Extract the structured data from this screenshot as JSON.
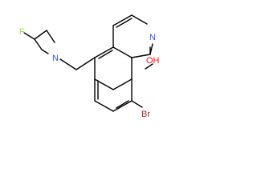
{
  "molecule": {
    "atoms": {
      "fluorine": "F",
      "azetidine_nitrogen": "N",
      "ring_nitrogen": "N",
      "hydroxyl": "OH",
      "bromine": "Br"
    },
    "colors": {
      "fluorine": "#90e050",
      "nitrogen": "#3050f8",
      "oxygen": "#ff0d0d",
      "bromine": "#a62929",
      "bond": "#000000",
      "background": "#ffffff"
    }
  }
}
